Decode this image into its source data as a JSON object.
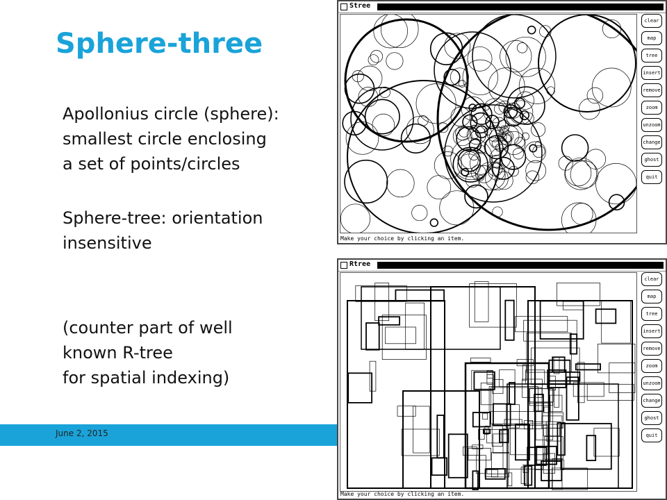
{
  "slide": {
    "title": "Sphere-three",
    "apollonius": [
      "Apollonius circle (sphere):",
      "smallest circle enclosing",
      "a set of points/circles"
    ],
    "sphere_tree": [
      "Sphere-tree: orientation",
      "insensitive"
    ],
    "counterpart": [
      "(counter part of well",
      "known R-tree",
      "for spatial indexing)"
    ],
    "date": "June 2, 2015"
  },
  "windows": [
    {
      "title": "Stree",
      "menu": [
        "clear",
        "map",
        "tree",
        "insert",
        "remove",
        "zoom",
        "unzoom",
        "change",
        "ghost",
        "quit"
      ],
      "status": "Make your choice by clicking an item."
    },
    {
      "title": "Rtree",
      "menu": [
        "clear",
        "map",
        "tree",
        "insert",
        "remove",
        "zoom",
        "unzoom",
        "change",
        "ghost",
        "quit"
      ],
      "status": "Make your choice by clicking an item."
    }
  ],
  "colors": {
    "accent": "#1aa3d9"
  }
}
